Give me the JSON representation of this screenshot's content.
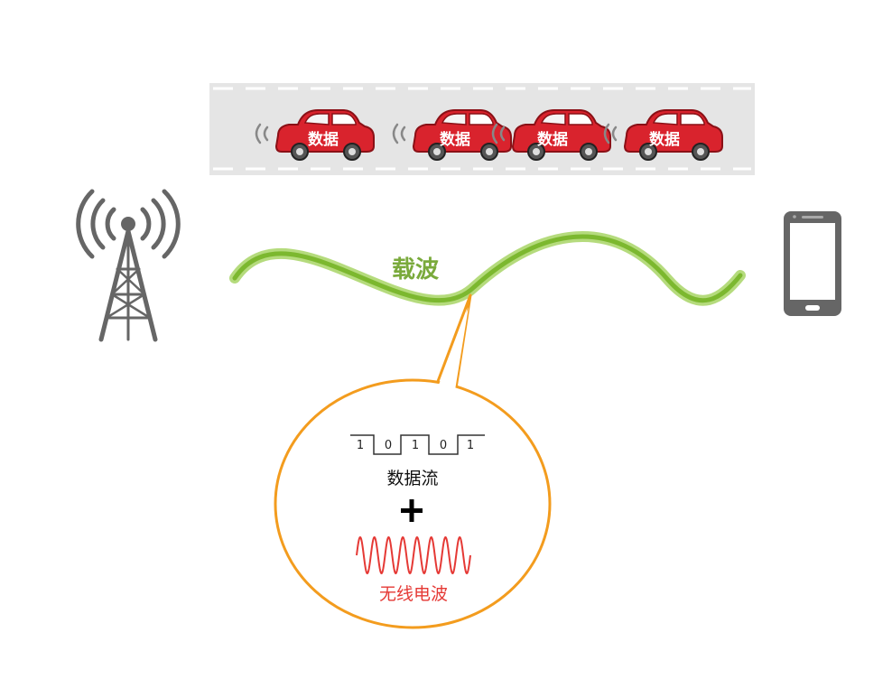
{
  "road": {
    "cars": [
      {
        "label": "数据"
      },
      {
        "label": "数据"
      },
      {
        "label": "数据"
      },
      {
        "label": "数据"
      }
    ]
  },
  "carrier": {
    "label": "载波"
  },
  "bubble": {
    "bits": [
      "1",
      "0",
      "1",
      "0",
      "1"
    ],
    "data_stream_label": "数据流",
    "plus": "+",
    "radio_wave_label": "无线电波"
  },
  "colors": {
    "car_body": "#d9232d",
    "carrier_wave": "#8cc63f",
    "bubble_outline": "#f39c1e",
    "radio_wave": "#e53935",
    "road": "#e5e5e5",
    "icon_gray": "#666666"
  },
  "icons": {
    "transmitter": "radio-tower-icon",
    "receiver": "smartphone-icon"
  }
}
